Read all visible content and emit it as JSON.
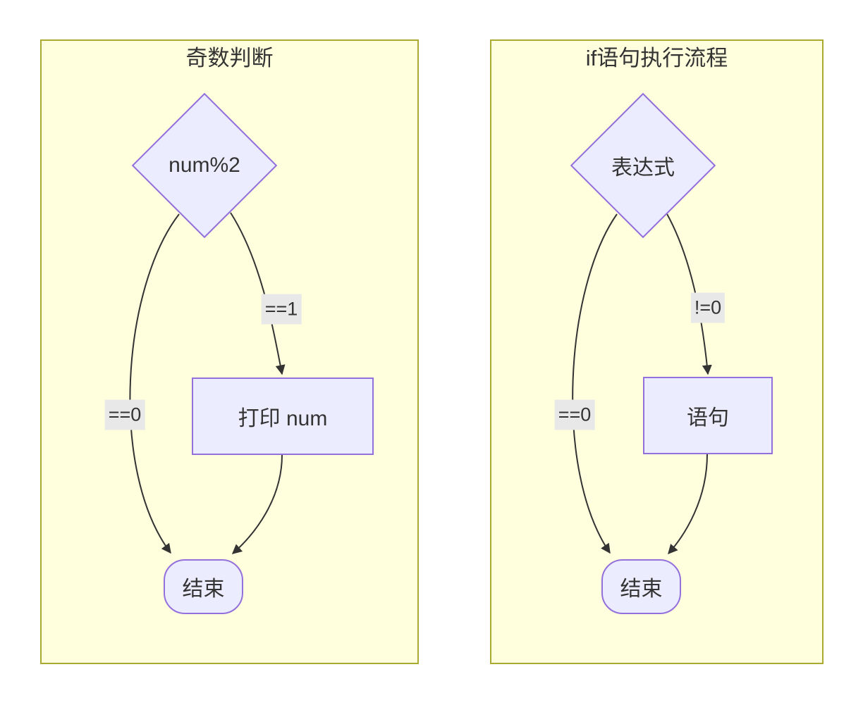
{
  "colors": {
    "cluster_bg": "#ffffde",
    "cluster_border": "#aaaa33",
    "node_fill": "#ECECFF",
    "node_border": "#9370DB",
    "edge_color": "#333333",
    "edge_label_bg": "#e8e8e8",
    "text_color": "#333333"
  },
  "diagrams": [
    {
      "title": "奇数判断",
      "decision": "num%2",
      "process": "打印 num",
      "end": "结束",
      "edge_labels": {
        "left": "==0",
        "right": "==1"
      }
    },
    {
      "title": "if语句执行流程",
      "decision": "表达式",
      "process": "语句",
      "end": "结束",
      "edge_labels": {
        "left": "==0",
        "right": "!=0"
      }
    }
  ]
}
